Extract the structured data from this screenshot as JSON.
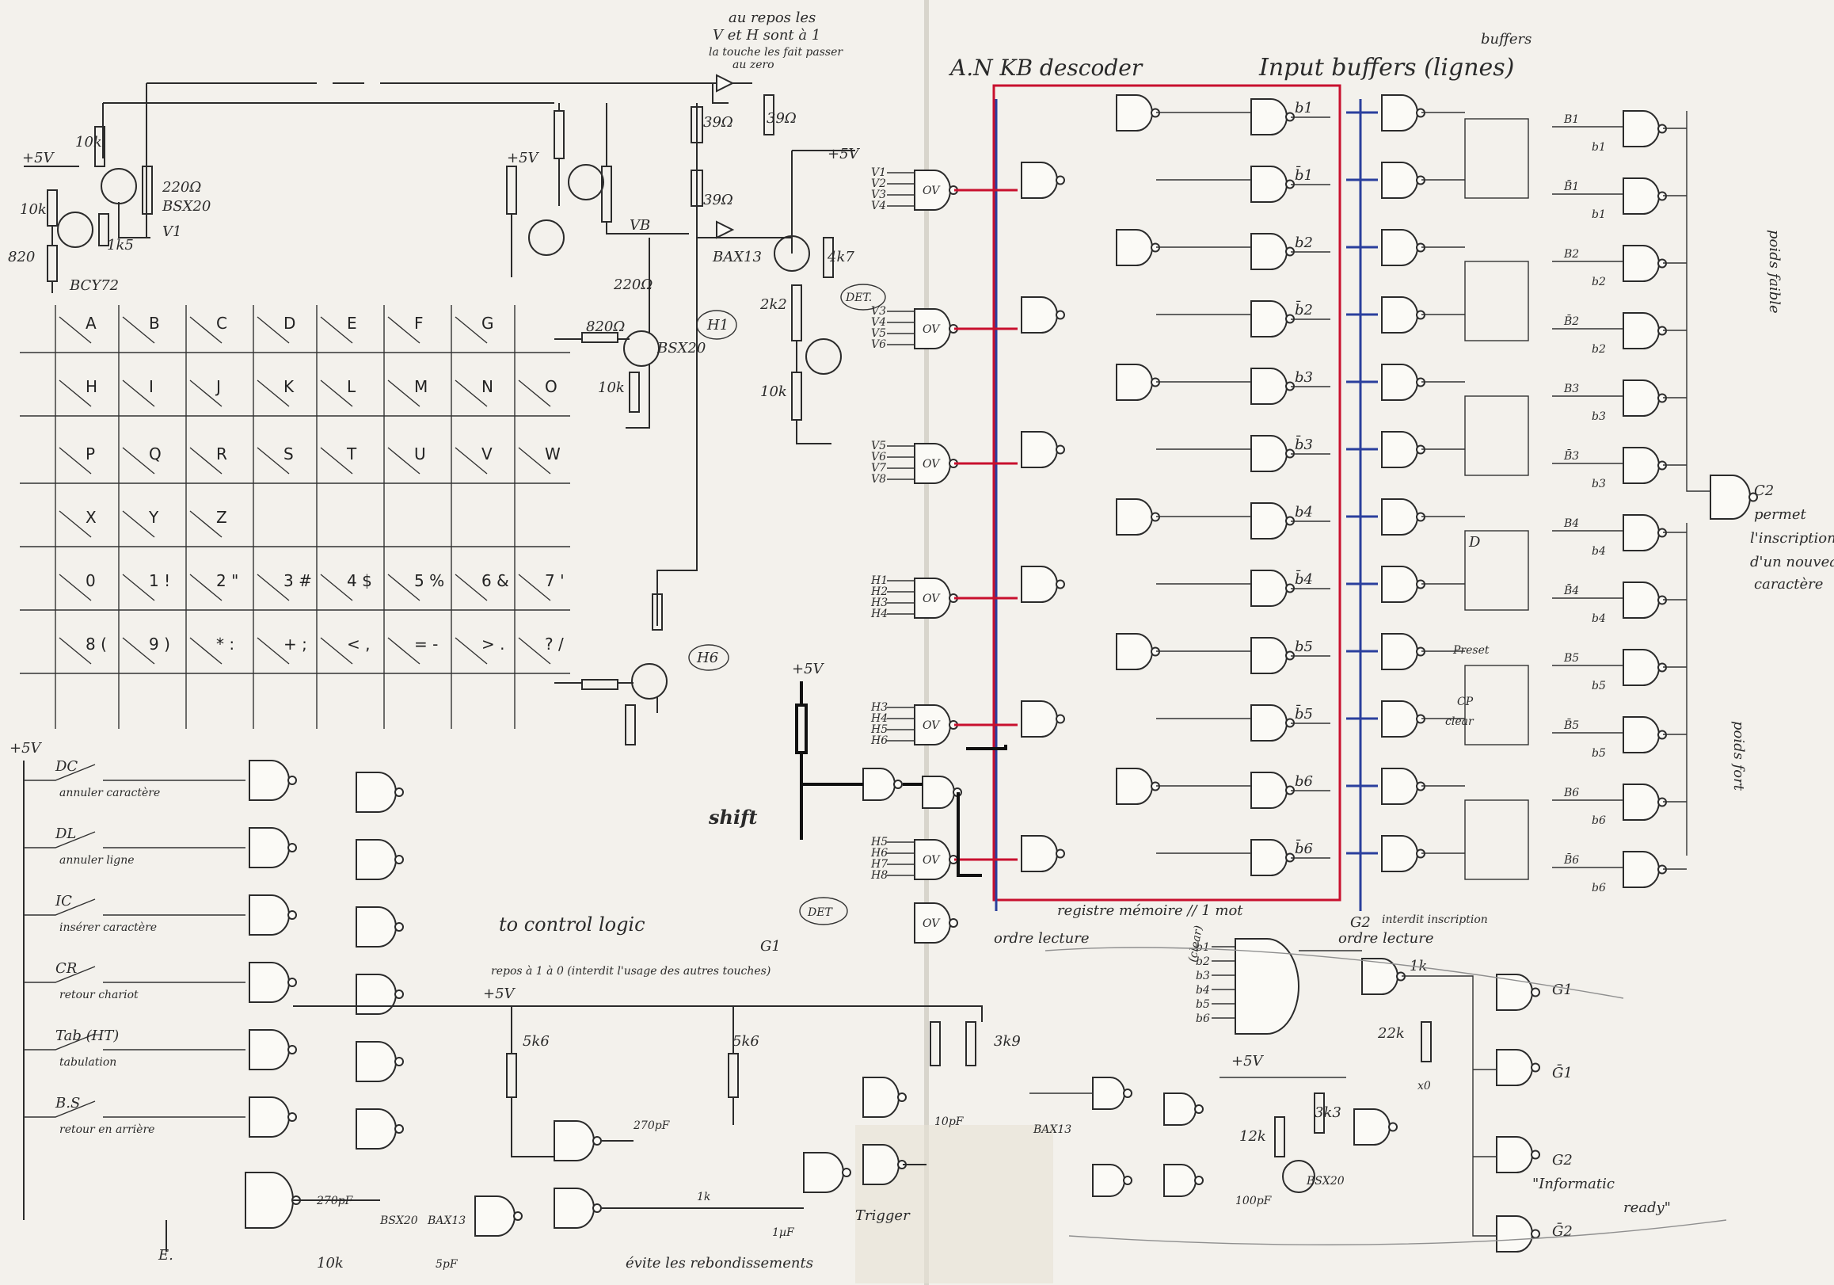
{
  "top_notes": {
    "rest_note_line1": "au repos les",
    "rest_note_line2": "V et H sont à 1",
    "rest_note_line3": "la touche les fait passer",
    "rest_note_line4": "au zero",
    "ascii_title": "A.N KB descoder",
    "input_buffers": "Input buffers (lignes)",
    "buffers": "buffers"
  },
  "components": {
    "plus5v": "+5V",
    "r10k": "10k",
    "r820": "820",
    "r820b": "820Ω",
    "r1k5": "1k5",
    "r220": "220Ω",
    "bsx20": "BSX20",
    "bcy72": "BCY72",
    "v1": "V1",
    "vb": "VB",
    "r39": "39Ω",
    "r39b": "39Ω",
    "r39c": "39Ω",
    "bax13": "BAX13",
    "r4k7": "4k7",
    "r2k2": "2k2",
    "r10k_b": "10k",
    "r10k_c": "10k",
    "h1": "H1",
    "h6": "H6",
    "det": "DET.",
    "det2": "DET",
    "shift": "shift",
    "r5k6": "5k6",
    "r5k6b": "5k6",
    "r3k9": "3k9",
    "r3k9b": "3k9",
    "c270": "270pF",
    "c270b": "270pF",
    "c5": "5pF",
    "c1u": "1µF",
    "r1k": "1k",
    "r1k_b": "1k",
    "r22k": "22k",
    "r12k": "12k",
    "c100p": "100pF",
    "c10p": "10pF",
    "bax13b": "BAX13",
    "bsx20b": "BSX20",
    "trigger": "Trigger",
    "trigger_note": "évite les rebondissements",
    "to_control": "to control logic",
    "repos_note": "repos à 1   à 0 (interdit l'usage des autres touches)",
    "r_10k_bottom": "10k",
    "e_label": "E."
  },
  "keyboard": {
    "rows": [
      [
        "A",
        "B",
        "C",
        "D",
        "E",
        "F",
        "G"
      ],
      [
        "H",
        "I",
        "J",
        "K",
        "L",
        "M",
        "N",
        "O"
      ],
      [
        "P",
        "Q",
        "R",
        "S",
        "T",
        "U",
        "V",
        "W"
      ],
      [
        "X",
        "Y",
        "Z"
      ],
      [
        "0",
        "1 !",
        "2 \"",
        "3 #",
        "4 $",
        "5 %",
        "6 &",
        "7 '"
      ],
      [
        "8 (",
        "9 )",
        "* :",
        "+ ;",
        "< ,",
        "= -",
        "> .",
        "? /"
      ]
    ]
  },
  "control_keys": [
    {
      "key": "DC",
      "note": "annuler caractère"
    },
    {
      "key": "DL",
      "note": "annuler ligne"
    },
    {
      "key": "IC",
      "note": "insérer caractère"
    },
    {
      "key": "CR",
      "note": "retour chariot"
    },
    {
      "key": "Tab (HT)",
      "note": "tabulation"
    },
    {
      "key": "B.S",
      "note": "retour en arrière"
    }
  ],
  "gate_inputs": {
    "g1": [
      "V1",
      "V2",
      "V3",
      "V4"
    ],
    "g2": [
      "V3",
      "V4",
      "V5",
      "V6"
    ],
    "g3": [
      "V5",
      "V6",
      "V7",
      "V8"
    ],
    "g4": [
      "H1",
      "H2",
      "H3",
      "H4"
    ],
    "g5": [
      "H3",
      "H4",
      "H5",
      "H6"
    ],
    "g6": [
      "H5",
      "H6",
      "H7",
      "H8"
    ],
    "ov": "OV",
    "ov2": "OV"
  },
  "register": {
    "title": "registre mémoire // 1 mot",
    "read_order": "ordre lecture",
    "read_order_b": "ordre lecture",
    "g2": "G2",
    "g1": "G1",
    "interdit": "interdit inscription",
    "bits": [
      "b1",
      "b̄1",
      "b2",
      "b̄2",
      "b3",
      "b̄3",
      "b4",
      "b̄4",
      "b5",
      "b̄5",
      "b6",
      "b̄6"
    ]
  },
  "outputs": {
    "bits": [
      "B1",
      "B̄1",
      "B2",
      "B̄2",
      "B3",
      "B̄3",
      "B4",
      "B̄4",
      "B5",
      "B̄5",
      "B6",
      "B̄6"
    ],
    "out_b": [
      "b1",
      "b1",
      "b2",
      "b2",
      "b3",
      "b3",
      "b4",
      "b4",
      "b5",
      "b5",
      "b6",
      "b6"
    ],
    "c2": "C2",
    "c2_note1": "permet",
    "c2_note2": "l'inscription",
    "c2_note3": "d'un nouveau",
    "c2_note4": "caractère",
    "poids_faible": "poids faible",
    "poids_fort": "poids fort",
    "preset": "Preset",
    "clear": "clear",
    "cp": "CP",
    "d": "D"
  },
  "bottom_logic": {
    "inputs": [
      "b1",
      "b2",
      "b3",
      "b4",
      "b5",
      "b6"
    ],
    "g1": "G1",
    "g1b": "Ḡ1",
    "g2": "G2",
    "g2b": "Ḡ2",
    "info_ready1": "\"Informatic",
    "info_ready2": "ready\"",
    "plus5v": "+5V",
    "r3k3": "3k3",
    "r12k": "12k",
    "r22k": "22k",
    "r1k": "1k",
    "bax13": "BAX13",
    "bsx20": "BSX20",
    "c100": "100pF",
    "x0": "x0",
    "clear_note": "(clear)"
  },
  "colors": {
    "register_border": "#c8102e",
    "read_bus": "#2a3f9d",
    "ink": "#2b2b2b",
    "paper": "#f3f1ec",
    "pencil": "#8f8f8f"
  }
}
